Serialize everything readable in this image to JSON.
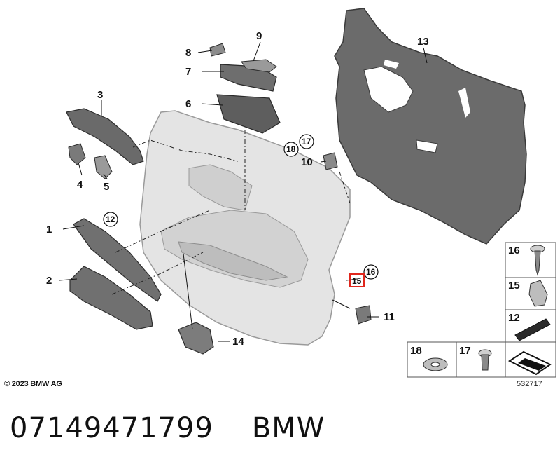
{
  "labels": {
    "l1": "1",
    "l2": "2",
    "l3": "3",
    "l4": "4",
    "l5": "5",
    "l6": "6",
    "l7": "7",
    "l8": "8",
    "l9": "9",
    "l10": "10",
    "l11": "11",
    "l12": "12",
    "l13": "13",
    "l14": "14",
    "l15": "15",
    "l16": "16",
    "l17": "17",
    "l18": "18"
  },
  "legend": {
    "item16": "16",
    "item15": "15",
    "item12": "12",
    "item18": "18",
    "item17": "17"
  },
  "footer": {
    "copyright": "© 2023 BMW AG",
    "diagram_number": "532717"
  },
  "caption": {
    "part_number": "07149471799",
    "brand": "BMW"
  }
}
